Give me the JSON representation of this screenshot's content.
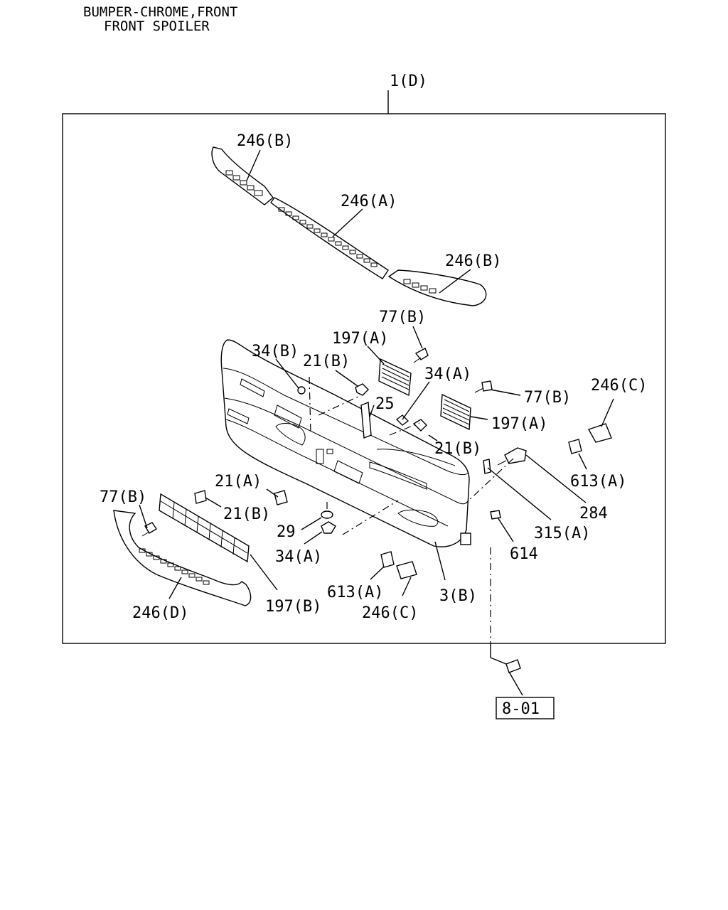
{
  "header": {
    "line1": "BUMPER-CHROME,FRONT",
    "line2": "FRONT SPOILER"
  },
  "frame_label": "1(D)",
  "callouts": {
    "c246B_top": "246(B)",
    "c246A": "246(A)",
    "c246B_right": "246(B)",
    "c77B_top": "77(B)",
    "c197A_top": "197(A)",
    "c34B": "34(B)",
    "c21B_top": "21(B)",
    "c34A_top": "34(A)",
    "c77B_right": "77(B)",
    "c246C_right": "246(C)",
    "c25": "25",
    "c197A_right": "197(A)",
    "c21B_mid": "21(B)",
    "c613A_right": "613(A)",
    "c21A": "21(A)",
    "c284": "284",
    "c77B_left": "77(B)",
    "c21B_left": "21(B)",
    "c29": "29",
    "c315A": "315(A)",
    "c34A_low": "34(A)",
    "c614": "614",
    "c613A_low": "613(A)",
    "c3B": "3(B)",
    "c197B": "197(B)",
    "c246D": "246(D)",
    "c246C_low": "246(C)"
  },
  "reference_box": "8-01"
}
